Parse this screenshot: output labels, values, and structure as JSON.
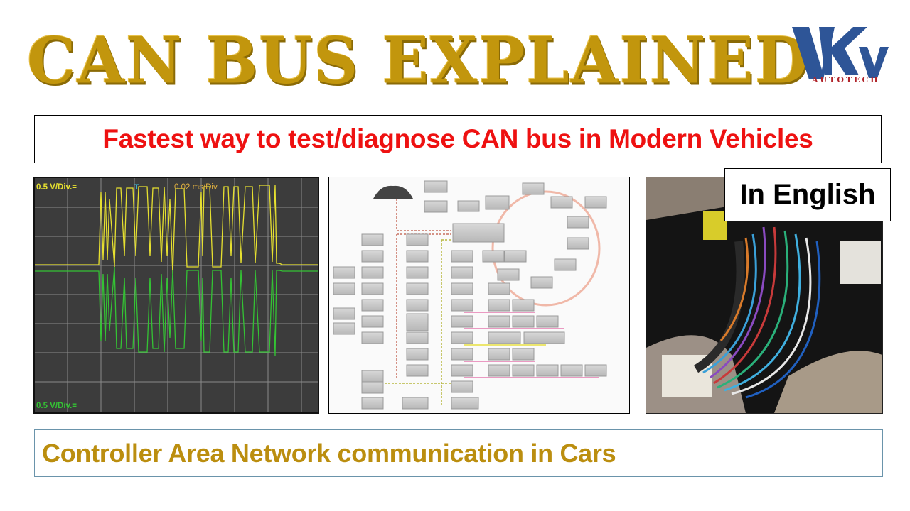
{
  "header": {
    "title": "CAN BUS EXPLAINED",
    "title_color": "#c2960d",
    "logo": {
      "letters": "VK",
      "caption": "AUTOTECH",
      "color": "#2e5597",
      "caption_color": "#b0242a"
    }
  },
  "subtitle": {
    "text": "Fastest way to test/diagnose CAN bus in Modern Vehicles",
    "color": "#ee1111"
  },
  "panels": {
    "oscilloscope": {
      "ch1_scale": "0.5 V/Div.=",
      "timebase": "0.02 ms/Div.",
      "ch2_scale": "0.5 V/Div.=",
      "ch1_color": "#e6e030",
      "ch2_color": "#34c234",
      "grid": {
        "columns": 8,
        "rows": 8
      }
    },
    "network_diagram": {
      "description": "Vehicle CAN network topology: gateway module with ring bus (MOST), instrument cluster, and multiple ECU branches"
    },
    "photo": {
      "description": "Vehicle wiring harness with connectors",
      "badge": "In English"
    }
  },
  "footer": {
    "text": "Controller Area Network communication in Cars",
    "color": "#bb8e0f"
  }
}
